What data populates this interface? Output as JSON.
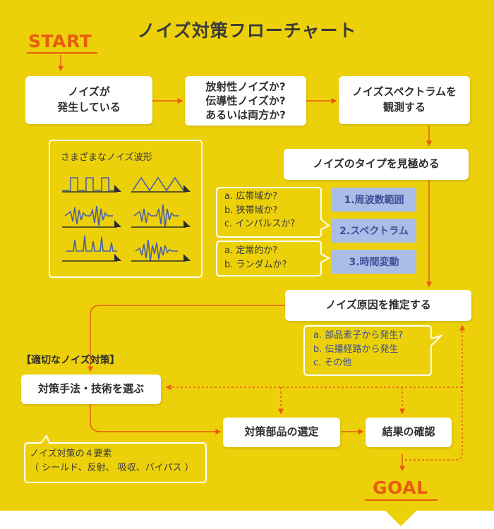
{
  "title": "ノイズ対策フローチャート",
  "start_label": "START",
  "goal_label": "GOAL",
  "steps": {
    "noise_occurring": [
      "ノイズが",
      "発生している"
    ],
    "radiated_or_conducted": [
      "放射性ノイズか?",
      "伝導性ノイズか?",
      "あるいは両方か?"
    ],
    "observe_spectrum": [
      "ノイズスペクトラムを",
      "観測する"
    ],
    "identify_type": "ノイズのタイプを見極める",
    "estimate_cause": "ノイズ原因を推定する",
    "select_method": "対策手法・技術を選ぶ",
    "select_parts": "対策部品の選定",
    "confirm_result": "結果の確認"
  },
  "waveforms_title": "さまざまなノイズ波形",
  "type_questions_1": [
    "a. 広帯域か?",
    "b. 狭帯域か?",
    "c. インパルスか?"
  ],
  "type_questions_2": [
    "a. 定常的か?",
    "b. ランダムか?"
  ],
  "analysis_items": [
    "1.周波数範囲",
    "2.スペクトラム",
    "3.時間変動"
  ],
  "cause_notes": [
    "a. 部品素子から発生?",
    "b. 伝播経路から発生",
    "c. その他"
  ],
  "section_label": "【適切なノイズ対策】",
  "four_elements": [
    "ノイズ対策の４要素",
    "（ シールド、反射、 吸収、バイパス ）"
  ],
  "colors": {
    "background": "#ecd10a",
    "accent": "#e85c0d",
    "analysis_fill": "#a9bde6",
    "analysis_text": "#3d4f97",
    "waveform": "#4a5fa8"
  }
}
